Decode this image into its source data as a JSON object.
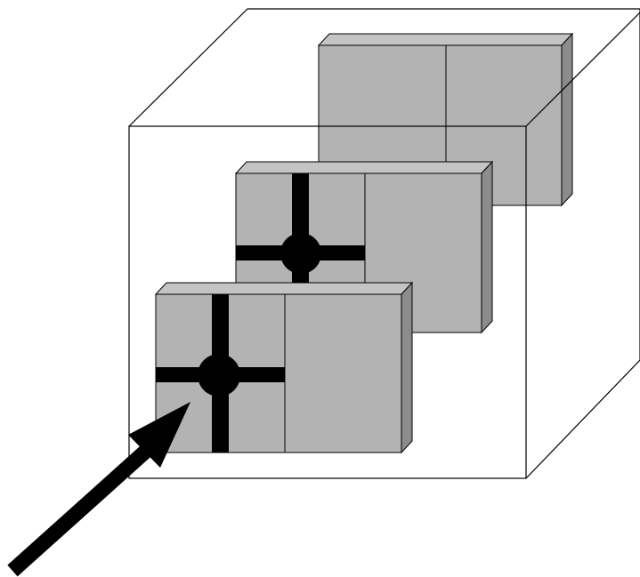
{
  "colors": {
    "background": "#ffffff",
    "outline": "#000000",
    "panel_front": "#b3b3b3",
    "panel_top": "#c4c4c4",
    "panel_side": "#8c8c8c",
    "marker": "#000000",
    "arrow": "#000000"
  },
  "panels": [
    {
      "name": "panel-back",
      "has_marker": false
    },
    {
      "name": "panel-middle",
      "has_marker": true
    },
    {
      "name": "panel-front",
      "has_marker": true
    }
  ],
  "icons": {
    "arrow": "arrow-icon",
    "marker": "crosshair-marker-icon"
  }
}
